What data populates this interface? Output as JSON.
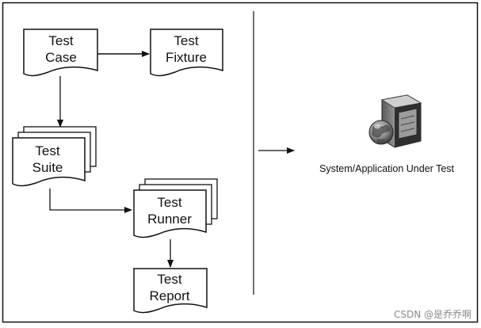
{
  "nodes": {
    "test_case": {
      "line1": "Test",
      "line2": "Case"
    },
    "test_fixture": {
      "line1": "Test",
      "line2": "Fixture"
    },
    "test_suite": {
      "line1": "Test",
      "line2": "Suite"
    },
    "test_runner": {
      "line1": "Test",
      "line2": "Runner"
    },
    "test_report": {
      "line1": "Test",
      "line2": "Report"
    }
  },
  "system": {
    "label": "System/Application Under Test",
    "icon": "server-globe-icon"
  },
  "watermark": "CSDN @是乔乔啊",
  "colors": {
    "stroke": "#111111",
    "shape_fill": "#ffffff",
    "server_dark": "#3a3a3a",
    "server_light": "#9a9a9a"
  }
}
